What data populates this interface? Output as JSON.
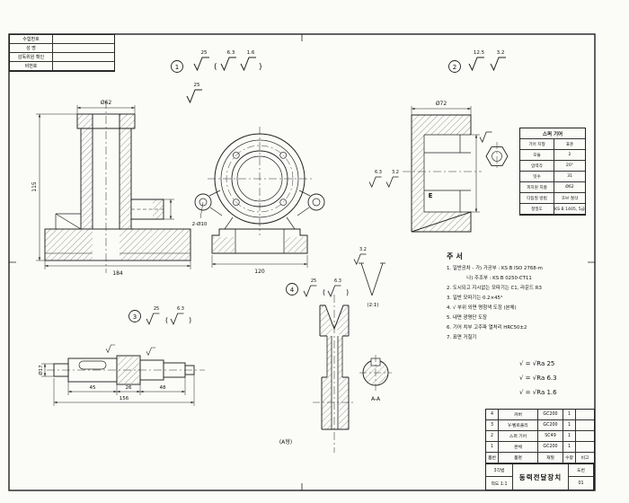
{
  "sheet": {
    "bg": "#fbfbf8",
    "ink": "#1f1f1f"
  },
  "exam_box": {
    "rows": [
      [
        "수험번호",
        ""
      ],
      [
        "성 명",
        ""
      ],
      [
        "감독위원 확인",
        ""
      ],
      [
        "비번호",
        ""
      ]
    ]
  },
  "parts": {
    "p1": "1",
    "p2": "2",
    "p3": "3",
    "p4": "4"
  },
  "roughness": {
    "g1": {
      "v1": "25",
      "v2": "6.3",
      "v3": "1.6",
      "open": "(",
      "close": ")"
    },
    "g1b": {
      "v": "25"
    },
    "g2": {
      "v1": "12.5",
      "v2": "3.2"
    },
    "g3": {
      "v1": "25",
      "v2": "6.3",
      "open": "(",
      "close": ")"
    },
    "g4": {
      "v1": "25",
      "v2": "6.3",
      "open": "(",
      "close": ")"
    },
    "g5": {
      "v1": "6.3",
      "v2": "3.2"
    },
    "g6": {
      "v": "3.2"
    }
  },
  "dims": {
    "v1_top": "Ø62",
    "v1_left": "115",
    "v1_bottom": "184",
    "lug_note": "2-Ø10",
    "v2_bottom": "120",
    "v3_top": "Ø72",
    "v3_detail": "E",
    "shaft_d1": "45",
    "shaft_d2": "26",
    "shaft_d3": "48",
    "shaft_total": "156",
    "shaft_dia": "Ø17",
    "pulley_type": "(A형)",
    "pulley_section": "A-A",
    "pulley_detail": "(2:1)"
  },
  "gear_table": {
    "title": "스퍼 기어",
    "rows": [
      [
        "기어 치형",
        "표준"
      ],
      [
        "모듈",
        "2"
      ],
      [
        "압력각",
        "20°"
      ],
      [
        "잇수",
        "31"
      ],
      [
        "피치원 지름",
        "Ø62"
      ],
      [
        "다듬질 방법",
        "호브 절삭"
      ],
      [
        "정밀도",
        "KS B 1405, 5급"
      ]
    ]
  },
  "notes": {
    "title": "주서",
    "lines": [
      "1. 일반공차 - 가) 가공부 : KS B ISO 2768-m",
      "             나) 주조부 : KS B 0250-CT11",
      "2. 도시되고 지시없는 모따기는 C1, 라운드 R3",
      "3. 일반 모따기는 0.2×45°",
      "4. √ 부위 외면 명청색 도장 (본체)",
      "5. 내면 광명단 도장",
      "6. 기어 치부 고주파 열처리 HRC50±2",
      "7. 표면 거칠기"
    ]
  },
  "legend": {
    "lines": [
      "√ = √Ra 25",
      "√ = √Ra 6.3",
      "√ = √Ra 1.6"
    ]
  },
  "title_block": {
    "parts": [
      [
        "4",
        "커버",
        "GC200",
        "1",
        ""
      ],
      [
        "3",
        "V-벨트풀리",
        "GC200",
        "1",
        ""
      ],
      [
        "2",
        "스퍼 기어",
        "SC49",
        "1",
        ""
      ],
      [
        "1",
        "본체",
        "GC200",
        "1",
        ""
      ],
      [
        "품번",
        "품명",
        "재질",
        "수량",
        "비고"
      ]
    ],
    "method": "3각법",
    "scale": "척도 1:1",
    "title": "동력전달장치",
    "no_label": "도번",
    "no": "01"
  }
}
